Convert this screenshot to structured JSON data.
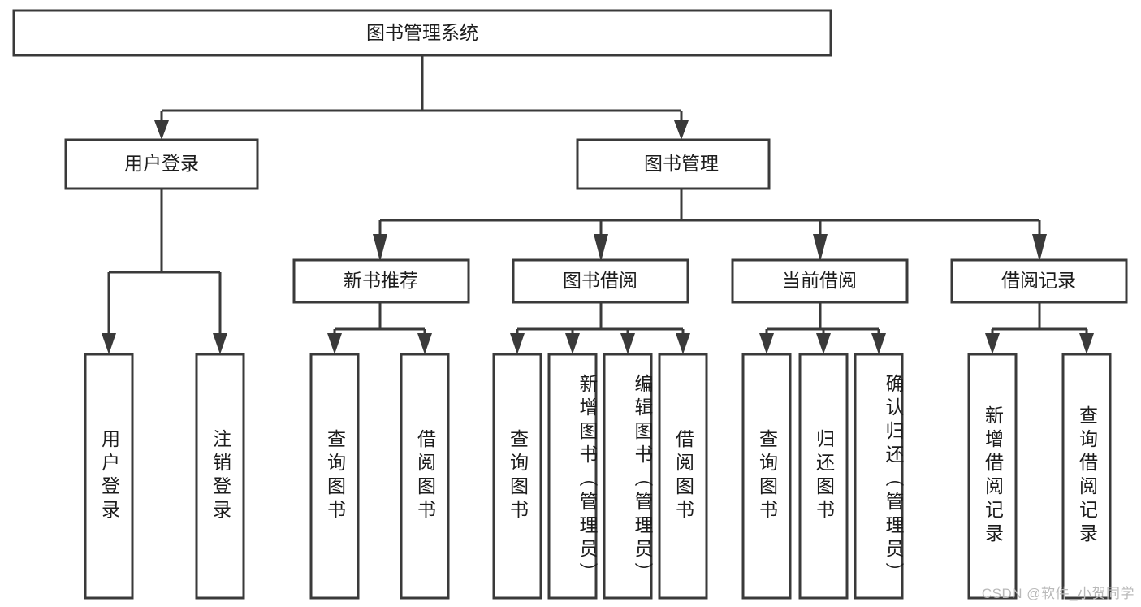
{
  "diagram": {
    "title": "图书管理系统",
    "type": "tree",
    "orientation": "top-down",
    "colors": {
      "box_fill": "#ffffff",
      "box_stroke": "#3a3a3a",
      "connector": "#3a3a3a",
      "text": "#1c1c1c",
      "background": "#ffffff",
      "watermark": "#b9b9b9"
    },
    "root": {
      "label": "图书管理系统"
    },
    "level2": [
      {
        "label": "用户登录"
      },
      {
        "label": "图书管理"
      }
    ],
    "level3": [
      {
        "label": "新书推荐"
      },
      {
        "label": "图书借阅"
      },
      {
        "label": "当前借阅"
      },
      {
        "label": "借阅记录"
      }
    ],
    "leaves": {
      "user_login": [
        {
          "label": "用户登录"
        },
        {
          "label": "注销登录"
        }
      ],
      "new_book_recommend": [
        {
          "label": "查询图书"
        },
        {
          "label": "借阅图书"
        }
      ],
      "book_borrow": [
        {
          "label": "查询图书"
        },
        {
          "label": "新增图书（管理员）"
        },
        {
          "label": "编辑图书（管理员）"
        },
        {
          "label": "借阅图书"
        }
      ],
      "current_borrow": [
        {
          "label": "查询图书"
        },
        {
          "label": "归还图书"
        },
        {
          "label": "确认归还（管理员）"
        }
      ],
      "borrow_record": [
        {
          "label": "新增借阅记录"
        },
        {
          "label": "查询借阅记录"
        }
      ]
    },
    "edges": [
      {
        "from": "图书管理系统",
        "to": "用户登录"
      },
      {
        "from": "图书管理系统",
        "to": "图书管理"
      },
      {
        "from": "用户登录",
        "to": "用户登录"
      },
      {
        "from": "用户登录",
        "to": "注销登录"
      },
      {
        "from": "图书管理",
        "to": "新书推荐"
      },
      {
        "from": "图书管理",
        "to": "图书借阅"
      },
      {
        "from": "图书管理",
        "to": "当前借阅"
      },
      {
        "from": "图书管理",
        "to": "借阅记录"
      },
      {
        "from": "新书推荐",
        "to": "查询图书"
      },
      {
        "from": "新书推荐",
        "to": "借阅图书"
      },
      {
        "from": "图书借阅",
        "to": "查询图书"
      },
      {
        "from": "图书借阅",
        "to": "新增图书（管理员）"
      },
      {
        "from": "图书借阅",
        "to": "编辑图书（管理员）"
      },
      {
        "from": "图书借阅",
        "to": "借阅图书"
      },
      {
        "from": "当前借阅",
        "to": "查询图书"
      },
      {
        "from": "当前借阅",
        "to": "归还图书"
      },
      {
        "from": "当前借阅",
        "to": "确认归还（管理员）"
      },
      {
        "from": "借阅记录",
        "to": "新增借阅记录"
      },
      {
        "from": "借阅记录",
        "to": "查询借阅记录"
      }
    ]
  },
  "watermark": {
    "text": "CSDN @软件_小贺同学"
  }
}
